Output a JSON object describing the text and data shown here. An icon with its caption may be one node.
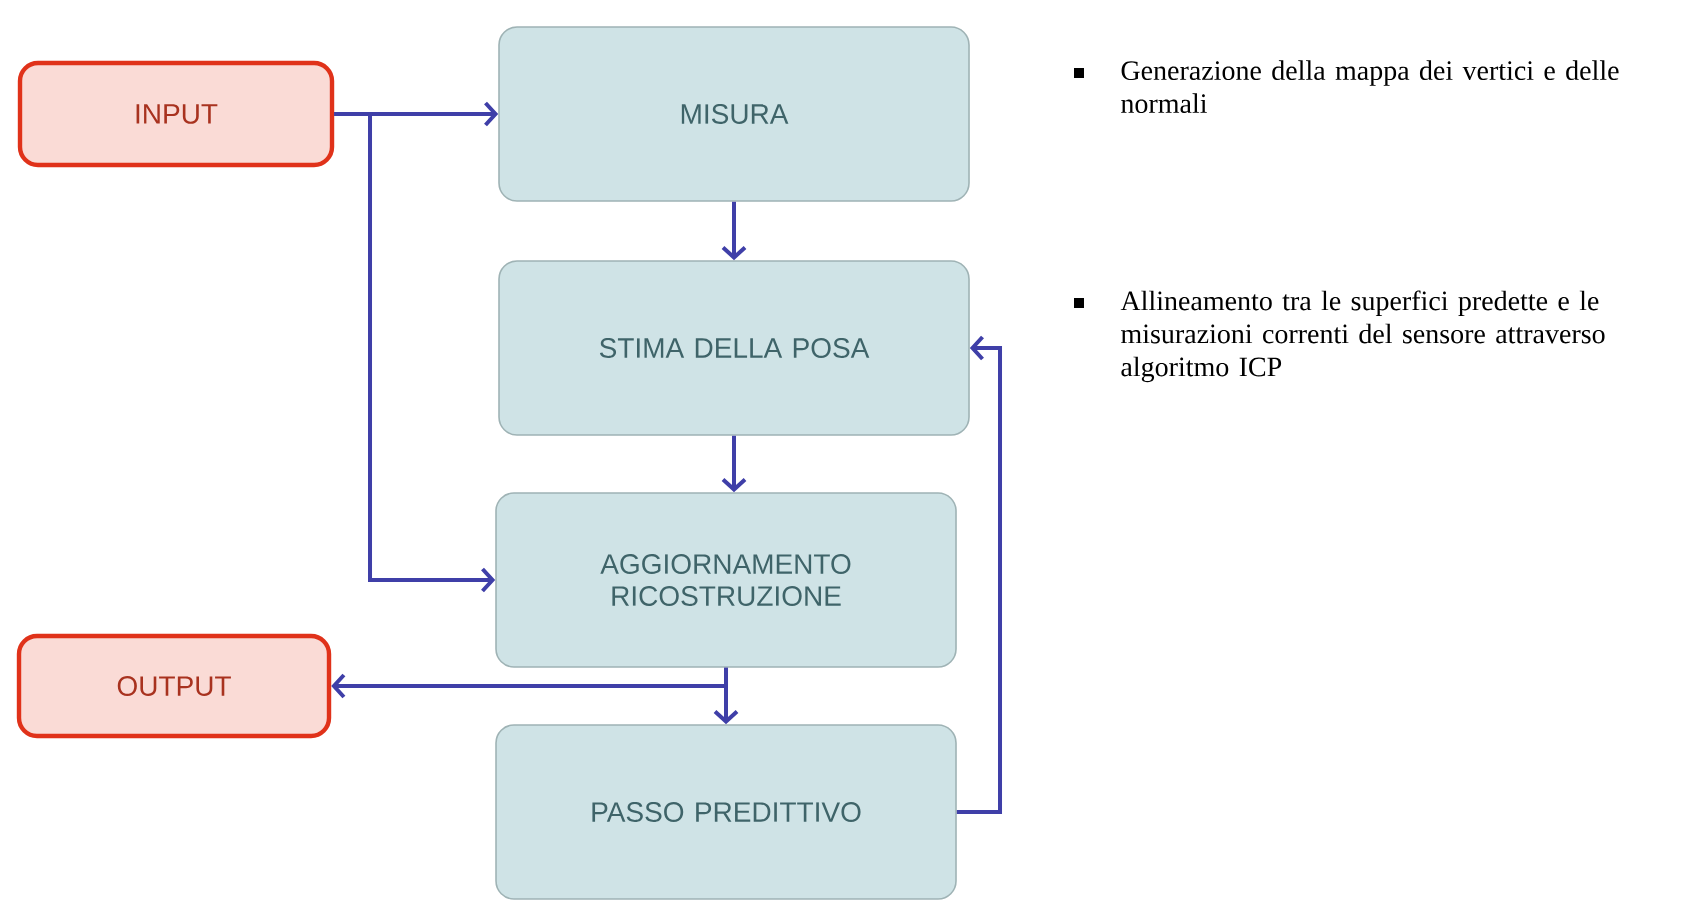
{
  "diagram": {
    "nodes": [
      {
        "text": [
          "INPUT"
        ]
      },
      {
        "text": [
          "MISURA"
        ]
      },
      {
        "text": [
          "STIMA DELLA POSA"
        ]
      },
      {
        "text": [
          "AGGIORNAMENTO RICOSTRUZIONE"
        ]
      },
      {
        "text": [
          "OUTPUT"
        ]
      },
      {
        "text": [
          "PASSO PREDITTIVO"
        ]
      }
    ],
    "edges": [
      {
        "from": 0,
        "to": 1,
        "arrow": "to"
      },
      {
        "from": 0,
        "to": 3,
        "arrow": "to"
      },
      {
        "from": 1,
        "to": 2,
        "arrow": "to"
      },
      {
        "from": 2,
        "to": 3,
        "arrow": "to"
      },
      {
        "from": 3,
        "to": 5,
        "arrow": "to"
      },
      {
        "from": 3,
        "to": 4,
        "arrow": "to"
      },
      {
        "from": 5,
        "to": 2,
        "arrow": "to"
      }
    ],
    "labels": [
      "Generazione della mappa dei vertici e delle normali",
      "Allineamento tra le superfici predette e le misurazioni correnti del sensore attraverso algoritmo ICP"
    ]
  }
}
